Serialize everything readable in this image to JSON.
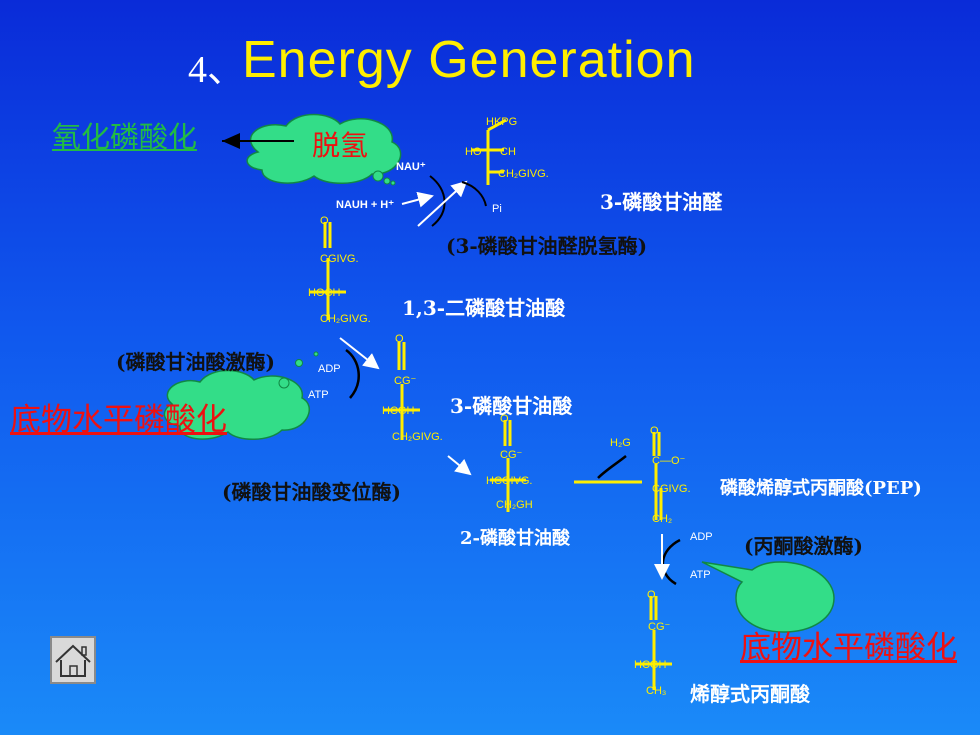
{
  "slide": {
    "title_num": "4、",
    "title": "Energy Generation"
  },
  "labels": {
    "oxidative_phos": "氧化磷酸化",
    "dehydrogenation": "脱氢",
    "substrate_phos_1": "底物水平磷酸化",
    "substrate_phos_2": "底物水平磷酸化"
  },
  "metabolites": {
    "g3p": "3-磷酸甘油醛",
    "bpg": "1,3-二磷酸甘油酸",
    "pg3": "3-磷酸甘油酸",
    "pg2": "2-磷酸甘油酸",
    "pep": "磷酸烯醇式丙酮酸(PEP)",
    "enolpyruvate": "烯醇式丙酮酸"
  },
  "enzymes": {
    "gapdh": "(3-磷酸甘油醛脱氢酶)",
    "pgk": "(磷酸甘油酸激酶)",
    "pgm": "(磷酸甘油酸变位酶)",
    "pk": "(丙酮酸激酶)"
  },
  "colors": {
    "title": "#ffee00",
    "structure": "#ffee00",
    "green_label": "#22bb44",
    "red_label": "#ee1111",
    "cloud": "#33dd88"
  },
  "icons": {
    "home": "home-icon"
  }
}
